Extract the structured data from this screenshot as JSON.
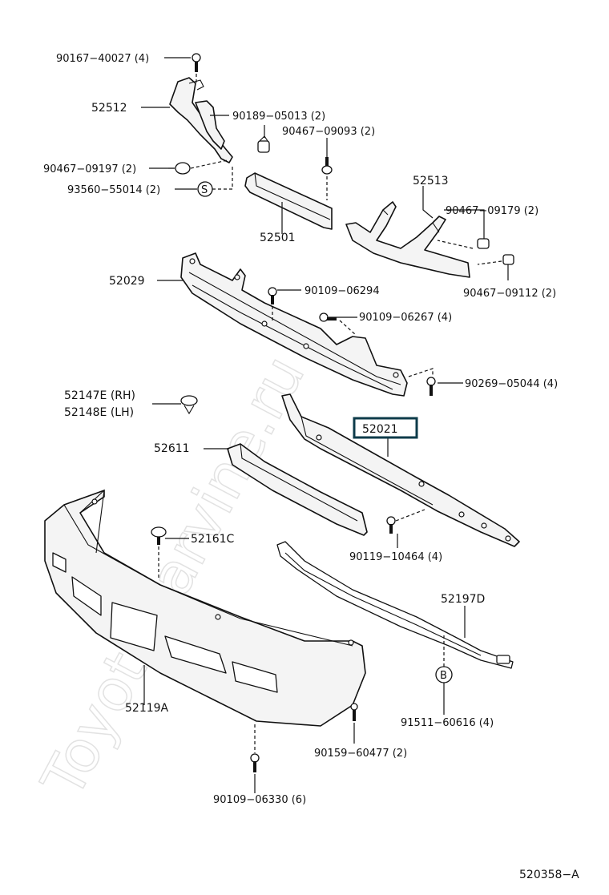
{
  "diagram": {
    "watermark": "ToyotaCarvine.ru",
    "figure_code": "520358−A",
    "symbols": {
      "s": "S",
      "b": "B"
    },
    "labels": {
      "p90167": "90167−40027 (4)",
      "p52512": "52512",
      "p90189": "90189−05013 (2)",
      "p90467_09093": "90467−09093 (2)",
      "p90467_09197": "90467−09197 (2)",
      "p93560": "93560−55014 (2)",
      "p52513": "52513",
      "p90467_09179": "90467−09179 (2)",
      "p52501": "52501",
      "p90467_09112": "90467−09112 (2)",
      "p52029": "52029",
      "p90109_06294": "90109−06294",
      "p90109_06267": "90109−06267 (4)",
      "p90269": "90269−05044 (4)",
      "p52147e": "52147E (RH)",
      "p52148e": "52148E (LH)",
      "p52021": "52021",
      "p52611": "52611",
      "p90119": "90119−10464 (4)",
      "p52161c": "52161C",
      "p52197d": "52197D",
      "p52119a": "52119A",
      "p91511": "91511−60616 (4)",
      "p90159": "90159−60477 (2)",
      "p90109_06330": "90109−06330 (6)"
    }
  }
}
